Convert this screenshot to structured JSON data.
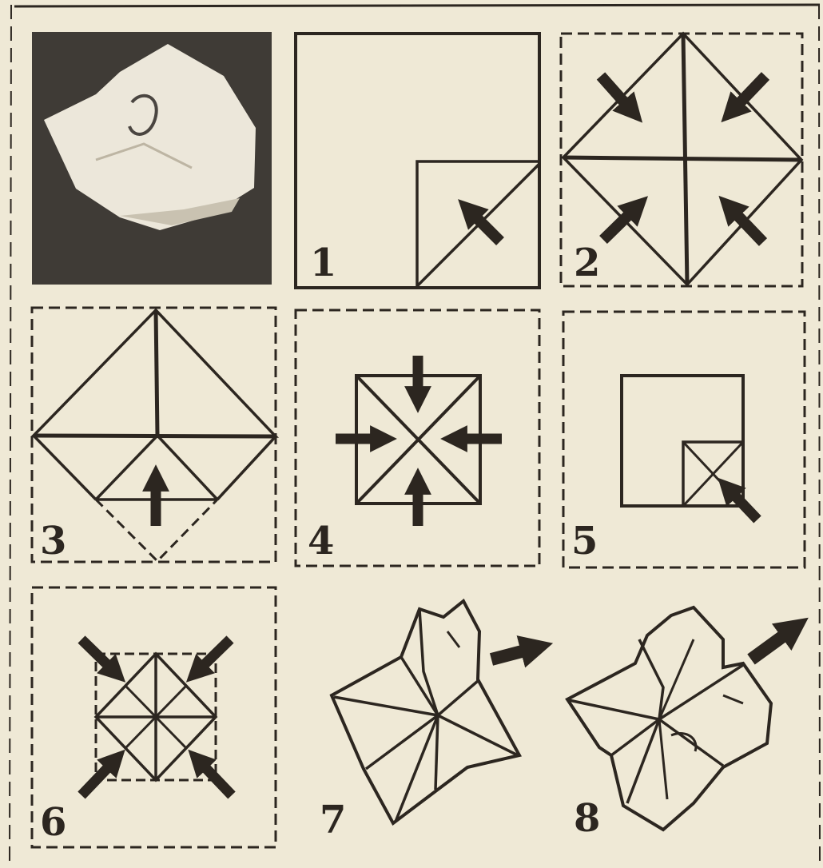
{
  "colors": {
    "paper": "#efe9d6",
    "ink": "#2c2620",
    "photo_bg": "#3f3b36",
    "flower": "#ece7da"
  },
  "steps": [
    {
      "label": "1"
    },
    {
      "label": "2"
    },
    {
      "label": "3"
    },
    {
      "label": "4"
    },
    {
      "label": "5"
    },
    {
      "label": "6"
    },
    {
      "label": "7"
    },
    {
      "label": "8"
    }
  ]
}
